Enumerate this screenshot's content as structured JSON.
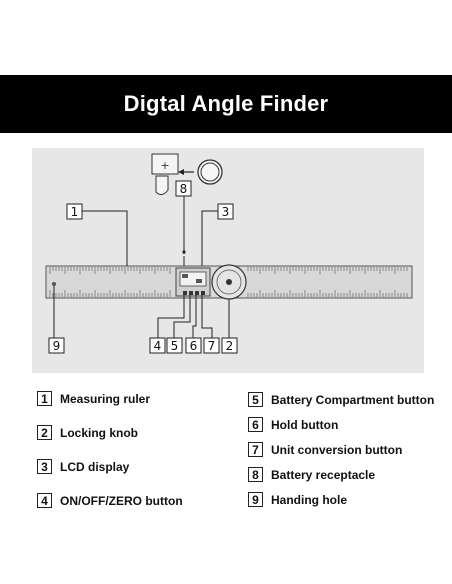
{
  "title": "Digtal Angle Finder",
  "callouts": [
    "1",
    "2",
    "3",
    "4",
    "5",
    "6",
    "7",
    "8",
    "9"
  ],
  "legend": [
    {
      "num": "1",
      "label": "Measuring ruler"
    },
    {
      "num": "2",
      "label": "Locking knob"
    },
    {
      "num": "3",
      "label": "LCD display"
    },
    {
      "num": "4",
      "label": "ON/OFF/ZERO button"
    },
    {
      "num": "5",
      "label": "Battery Compartment button"
    },
    {
      "num": "6",
      "label": "Hold button"
    },
    {
      "num": "7",
      "label": "Unit conversion button"
    },
    {
      "num": "8",
      "label": "Battery receptacle"
    },
    {
      "num": "9",
      "label": "Handing hole"
    }
  ],
  "colors": {
    "title_bg": "#000000",
    "title_text": "#ffffff",
    "panel_bg": "#e7e7e7",
    "ruler_fill": "#d8d8d8",
    "line": "#222222"
  }
}
